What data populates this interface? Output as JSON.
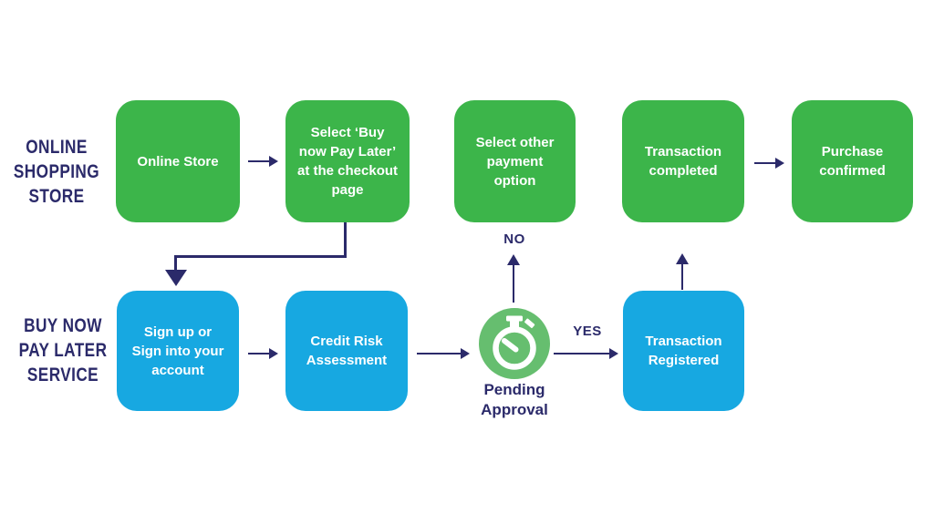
{
  "colors": {
    "green": "#3CB54A",
    "lightgreen": "#66BE6F",
    "blue": "#17A8E1",
    "navy": "#2B2A6A",
    "white": "#FFFFFF"
  },
  "lanes": {
    "store": {
      "label": "ONLINE\nSHOPPING\nSTORE"
    },
    "service": {
      "label": "BUY NOW\nPAY LATER\nSERVICE"
    }
  },
  "nodes": {
    "online_store": {
      "text": "Online Store"
    },
    "select_bnpl": {
      "text": "Select ‘Buy\nnow Pay Later’\nat the checkout\npage"
    },
    "select_other": {
      "text": "Select other\npayment\noption"
    },
    "transaction_completed": {
      "text": "Transaction\ncompleted"
    },
    "purchase_confirmed": {
      "text": "Purchase\nconfirmed"
    },
    "sign_up": {
      "text": "Sign up or\nSign into your\naccount"
    },
    "credit_risk": {
      "text": "Credit Risk\nAssessment"
    },
    "transaction_registered": {
      "text": "Transaction\nRegistered"
    },
    "pending_approval": {
      "text": "Pending\nApproval",
      "icon": "stopwatch-icon"
    }
  },
  "edge_labels": {
    "no": "NO",
    "yes": "YES"
  }
}
